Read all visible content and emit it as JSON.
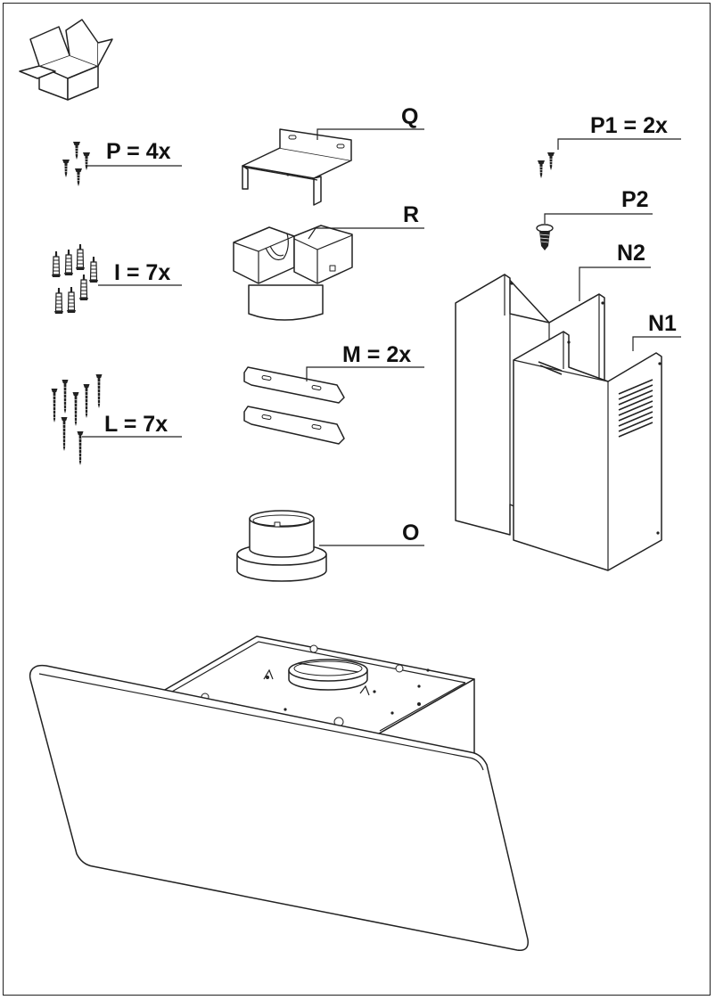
{
  "labels": {
    "Q": "Q",
    "P": "P = 4x",
    "P1": "P1 = 2x",
    "P2": "P2",
    "R": "R",
    "N2": "N2",
    "I": "I = 7x",
    "N1": "N1",
    "M": "M = 2x",
    "L": "L = 7x",
    "O": "O"
  },
  "icons": {
    "box": "open-box-icon",
    "screw": "screw-icon",
    "wall-plug": "wall-plug-icon"
  },
  "colors": {
    "line": "#222222",
    "background": "#ffffff"
  }
}
